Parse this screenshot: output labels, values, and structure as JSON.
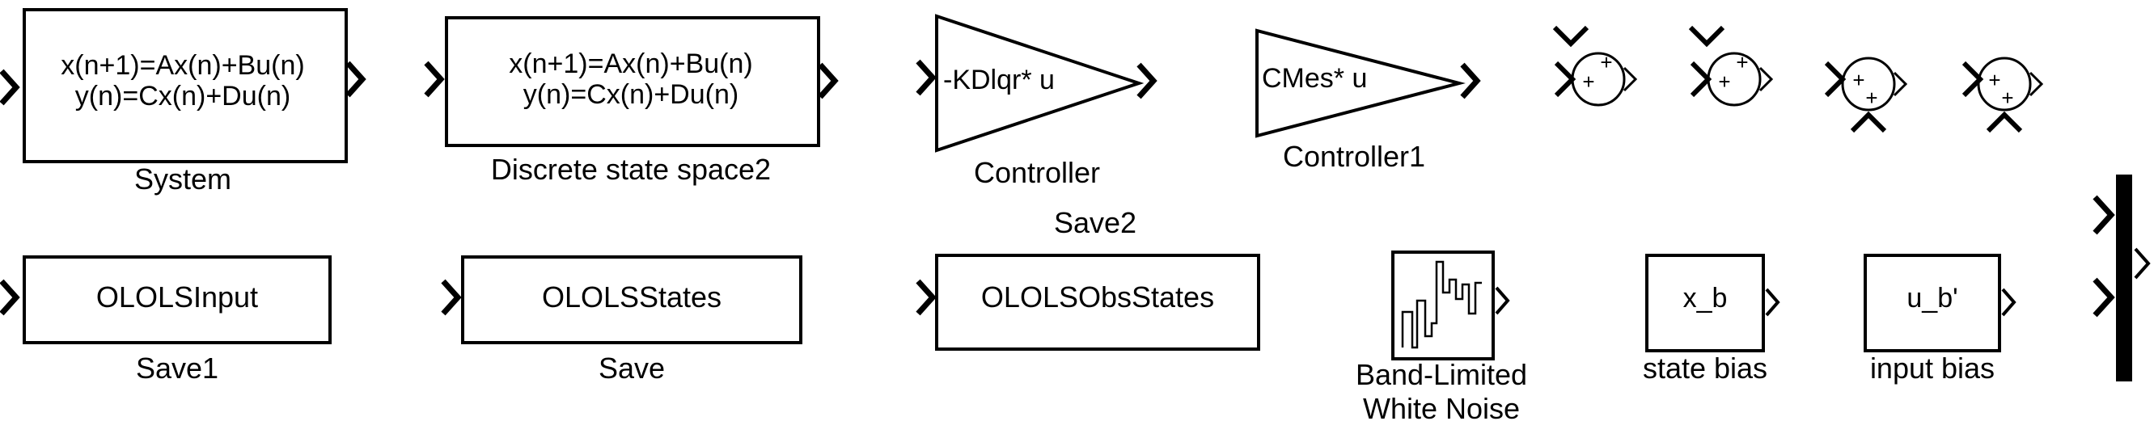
{
  "blocks": {
    "system": {
      "eq1": "x(n+1)=Ax(n)+Bu(n)",
      "eq2": "y(n)=Cx(n)+Du(n)",
      "label": "System"
    },
    "discrete_state_space2": {
      "eq1": "x(n+1)=Ax(n)+Bu(n)",
      "eq2": "y(n)=Cx(n)+Du(n)",
      "label": "Discrete state space2"
    },
    "controller": {
      "gain": "-KDlqr* u",
      "label": "Controller"
    },
    "controller1": {
      "gain": "CMes* u",
      "label": "Controller1"
    },
    "sums": [
      {
        "top_sign": "+",
        "bottom_sign": "+"
      },
      {
        "top_sign": "+",
        "bottom_sign": "+"
      },
      {
        "top_sign": "+",
        "bottom_sign": "+"
      },
      {
        "top_sign": "+",
        "bottom_sign": "+"
      }
    ],
    "save1": {
      "text": "OLOLSInput",
      "label": "Save1"
    },
    "save": {
      "text": "OLOLSStates",
      "label": "Save"
    },
    "save2": {
      "text": "OLOLSObsStates",
      "label": "Save2"
    },
    "noise": {
      "label_line1": "Band-Limited",
      "label_line2": "White Noise"
    },
    "state_bias": {
      "text": "x_b",
      "label": "state bias"
    },
    "input_bias": {
      "text": "u_b'",
      "label": "input bias"
    }
  },
  "colors": {
    "stroke": "#000000",
    "background": "#ffffff"
  }
}
